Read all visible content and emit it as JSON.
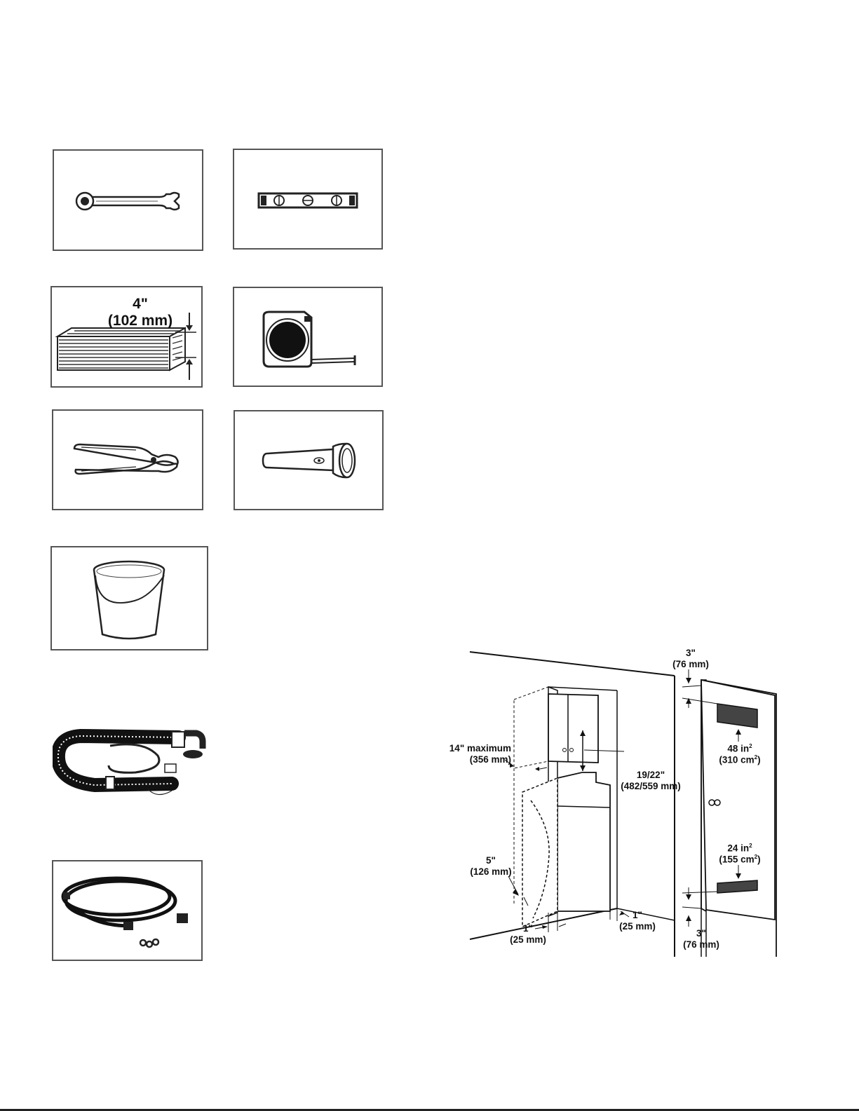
{
  "tools": [
    {
      "name": "open-end-wrench"
    },
    {
      "name": "level"
    },
    {
      "name": "wood-block",
      "dimension": {
        "inches": "4\"",
        "mm": "(102 mm)"
      }
    },
    {
      "name": "tape-measure"
    },
    {
      "name": "pliers"
    },
    {
      "name": "flashlight"
    },
    {
      "name": "bucket"
    }
  ],
  "parts": [
    {
      "name": "drain-hose"
    },
    {
      "name": "inlet-hoses-with-washers"
    }
  ],
  "diagram": {
    "top_gap": {
      "inches": "3\"",
      "mm": "(76 mm)"
    },
    "bottom_gap": {
      "inches": "3\"",
      "mm": "(76 mm)"
    },
    "upper_vent": {
      "area_in": "48 in",
      "area_cm": "(310 cm",
      "exp": "2",
      "close": ")"
    },
    "lower_vent": {
      "area_in": "24 in",
      "area_cm": "(155 cm",
      "exp": "2",
      "close": ")"
    },
    "cabinet_depth": {
      "inches": "14\" maximum",
      "mm": "(356 mm)"
    },
    "lid_clearance": {
      "inches": "19/22\"",
      "mm": "(482/559 mm)"
    },
    "front_clearance": {
      "inches": "5\"",
      "mm": "(126 mm)"
    },
    "side_left": {
      "inches": "1\"",
      "mm": "(25 mm)"
    },
    "side_right": {
      "inches": "1\"",
      "mm": "(25 mm)"
    }
  }
}
